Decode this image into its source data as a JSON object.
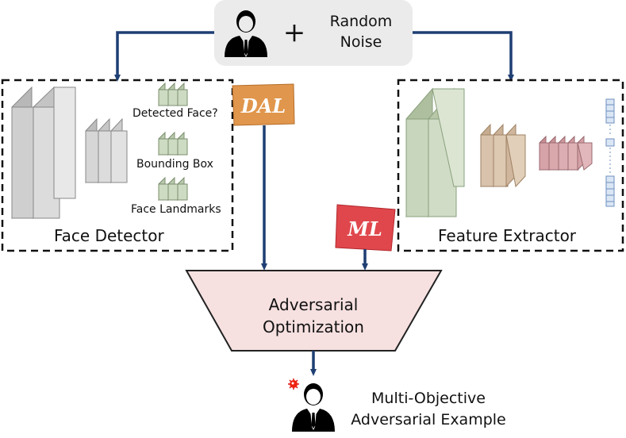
{
  "input": {
    "plus": "+",
    "noise_line1": "Random",
    "noise_line2": "Noise",
    "person_icon": "person-suit-icon"
  },
  "face_detector": {
    "title": "Face Detector",
    "outputs": [
      "Detected Face?",
      "Bounding Box",
      "Face Landmarks"
    ]
  },
  "feature_extractor": {
    "title": "Feature Extractor"
  },
  "losses": {
    "dal": "DAL",
    "ml": "ML",
    "dal_color": "#e0964c",
    "ml_color": "#e0474c"
  },
  "optimizer": {
    "line1": "Adversarial",
    "line2": "Optimization",
    "fill": "#f6e0e0"
  },
  "output": {
    "line1": "Multi-Objective",
    "line2": "Adversarial Example",
    "person_icon": "person-suit-icon",
    "noise_icon": "virus-icon"
  },
  "colors": {
    "arrow": "#1f3f73",
    "input_box": "#ebebeb",
    "detector_layer": "#c9c9c9",
    "extractor_green": "#c8d6bd",
    "extractor_brown": "#d8c2ab",
    "extractor_pink": "#d6a3a8",
    "extractor_blue": "#dbe6f5"
  }
}
